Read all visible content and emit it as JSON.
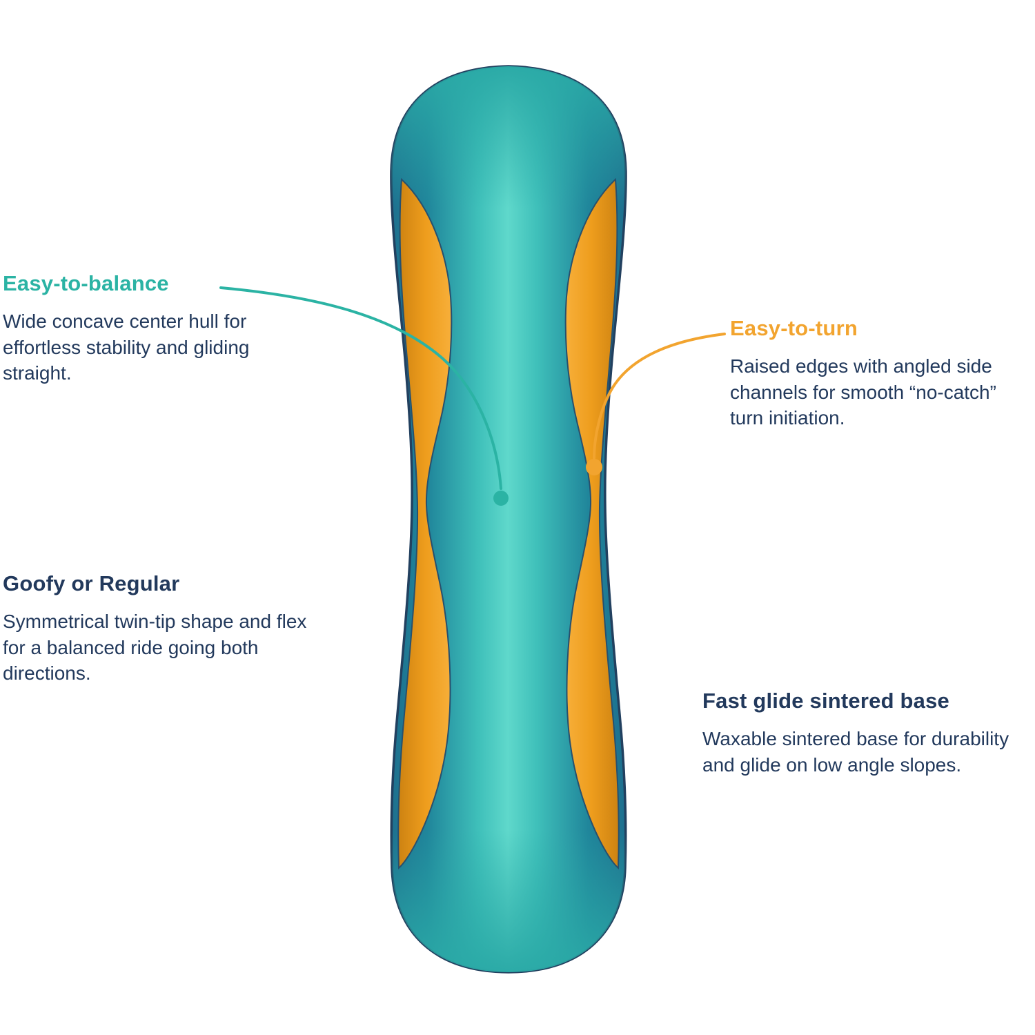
{
  "colors": {
    "teal": "#2bb3a4",
    "orange": "#f2a42f",
    "navy": "#22395c",
    "board-outline": "#22405f",
    "board-center-light": "#63dbce",
    "board-edge-dark": "#1d6d8d",
    "channel-orange-bright": "#f9b340",
    "channel-orange-deep": "#c97f10"
  },
  "illustration": {
    "name": "snowboard-base-top-view"
  },
  "callouts": [
    {
      "id": "easy-to-balance",
      "title": "Easy-to-balance",
      "body": "Wide concave center hull for effortless stability and gliding straight."
    },
    {
      "id": "easy-to-turn",
      "title": "Easy-to-turn",
      "body": "Raised edges with angled side channels for smooth “no-catch” turn initiation."
    },
    {
      "id": "goofy-or-regular",
      "title": "Goofy or Regular",
      "body": "Symmetrical twin-tip shape and flex for a balanced ride going both directions."
    },
    {
      "id": "fast-glide-sintered-base",
      "title": "Fast glide sintered base",
      "body": "Waxable sintered base for durability and glide on low angle slopes."
    }
  ]
}
